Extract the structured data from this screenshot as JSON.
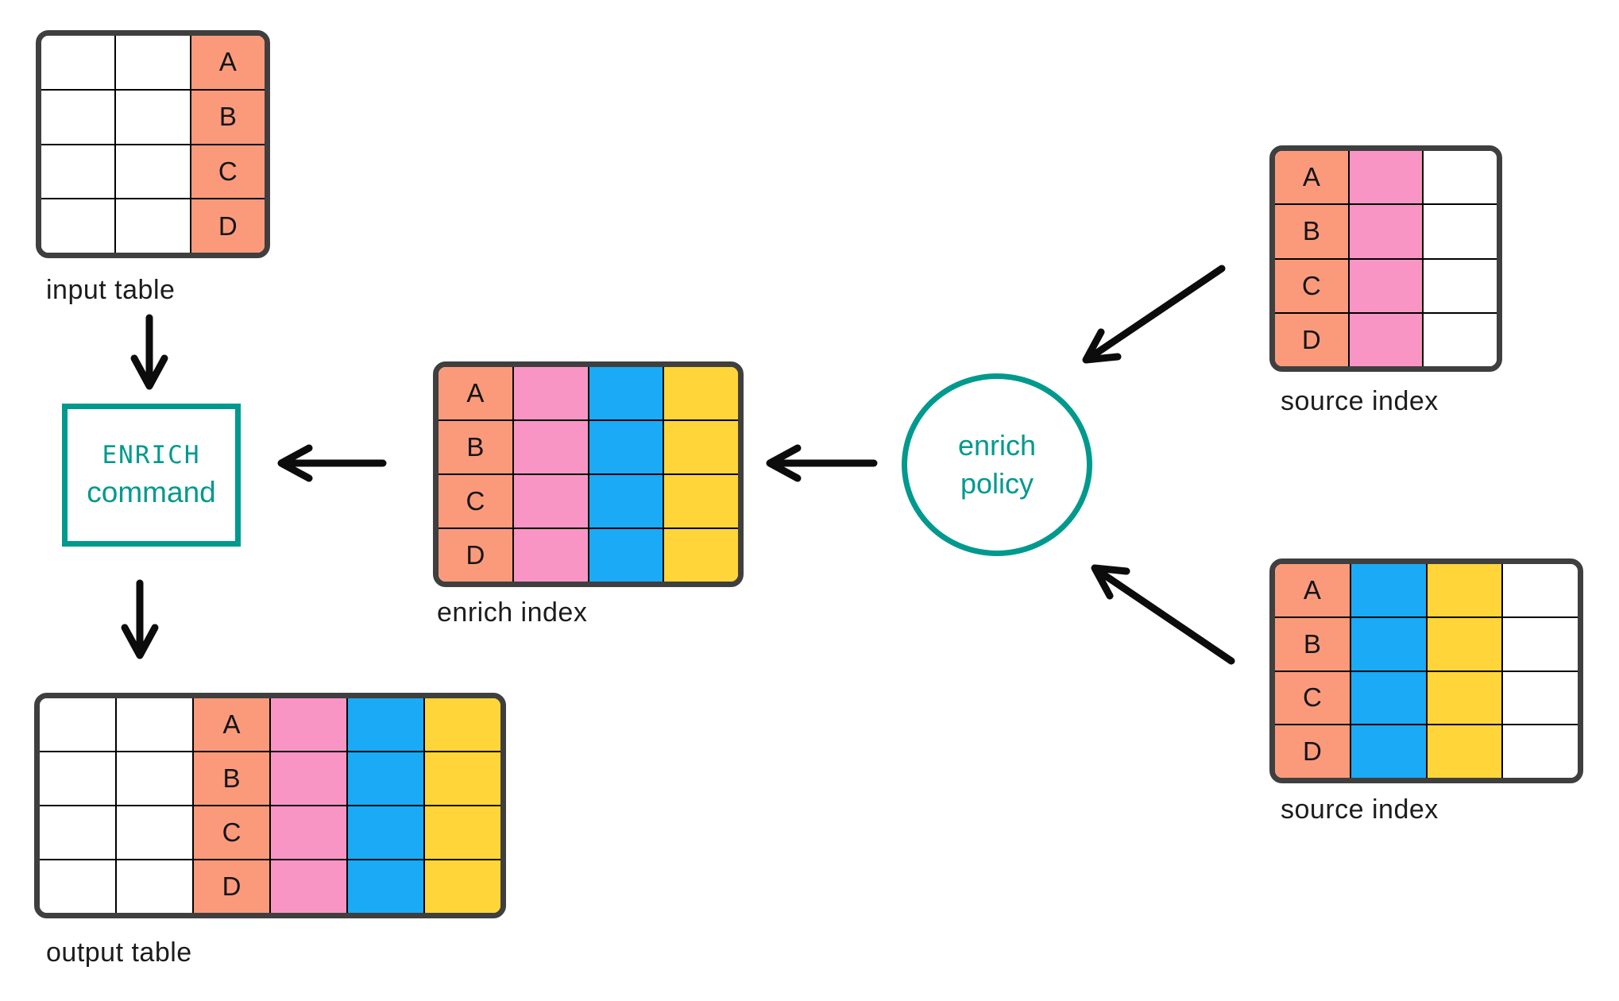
{
  "colors": {
    "salmon": "#FB9A7B",
    "pink": "#F995C5",
    "blue": "#1BAAF5",
    "yellow": "#FFD53A",
    "teal": "#00998E",
    "table_border": "#3F3F3F",
    "arrow": "#0C0C0C"
  },
  "nodes": {
    "enrich_command": {
      "line1": "ENRICH",
      "line2": "command"
    },
    "enrich_policy": {
      "line1": "enrich",
      "line2": "policy"
    }
  },
  "tables": {
    "input_table": {
      "label": "input table",
      "key_values": [
        "A",
        "B",
        "C",
        "D"
      ],
      "column_colors": [
        "white",
        "white",
        "salmon"
      ]
    },
    "enrich_index": {
      "label": "enrich index",
      "key_values": [
        "A",
        "B",
        "C",
        "D"
      ],
      "column_colors": [
        "salmon",
        "pink",
        "blue",
        "yellow"
      ]
    },
    "output_table": {
      "label": "output table",
      "key_values": [
        "A",
        "B",
        "C",
        "D"
      ],
      "column_colors": [
        "white",
        "white",
        "salmon",
        "pink",
        "blue",
        "yellow"
      ]
    },
    "source_index_top": {
      "label": "source index",
      "key_values": [
        "A",
        "B",
        "C",
        "D"
      ],
      "column_colors": [
        "salmon",
        "pink",
        "white"
      ]
    },
    "source_index_bottom": {
      "label": "source index",
      "key_values": [
        "A",
        "B",
        "C",
        "D"
      ],
      "column_colors": [
        "salmon",
        "blue",
        "yellow",
        "white"
      ]
    }
  }
}
